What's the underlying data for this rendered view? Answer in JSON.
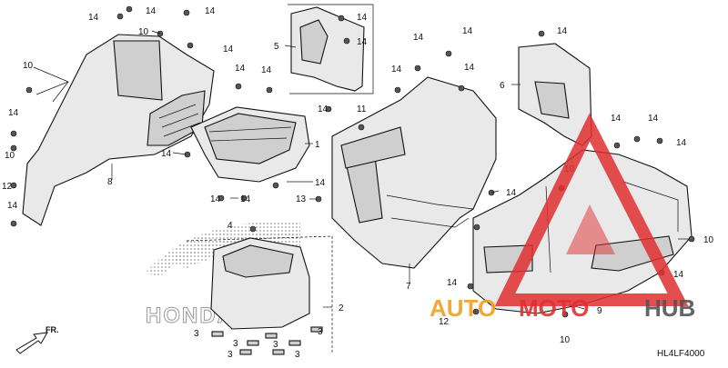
{
  "diagram": {
    "code": "HL4LF4000",
    "direction_label": "FR.",
    "brand_watermark": "HONDA",
    "part_labels": {
      "p1": "1",
      "p2": "2",
      "p3": "3",
      "p4": "4",
      "p5": "5",
      "p6": "6",
      "p7": "7",
      "p8": "8",
      "p9": "9",
      "p10": "10",
      "p11": "11",
      "p12": "12",
      "p13": "13",
      "p14": "14"
    }
  },
  "watermark": {
    "text_auto": "AUTO",
    "text_moto": "MOTO",
    "text_hub": "HUB",
    "color_red": "#e03030",
    "color_orange": "#f0a020",
    "color_gray": "#555555"
  }
}
